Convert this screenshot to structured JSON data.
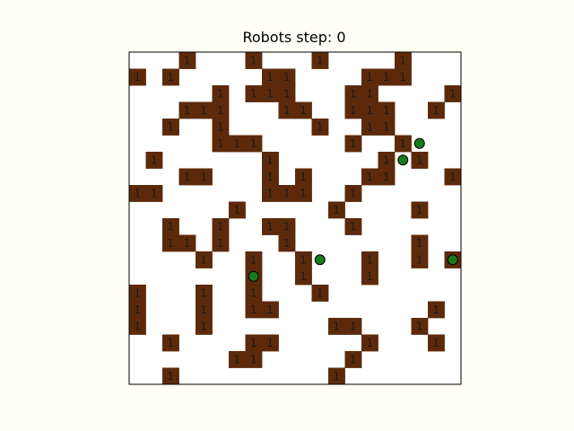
{
  "title": "Robots step: 0",
  "grid": {
    "rows": 20,
    "cols": 20,
    "wall_label": "1",
    "walls": [
      [
        0,
        3
      ],
      [
        0,
        7
      ],
      [
        0,
        11
      ],
      [
        0,
        16
      ],
      [
        1,
        0
      ],
      [
        1,
        2
      ],
      [
        1,
        8
      ],
      [
        1,
        9
      ],
      [
        1,
        14
      ],
      [
        1,
        15
      ],
      [
        1,
        16
      ],
      [
        2,
        5
      ],
      [
        2,
        7
      ],
      [
        2,
        8
      ],
      [
        2,
        9
      ],
      [
        2,
        13
      ],
      [
        2,
        14
      ],
      [
        2,
        19
      ],
      [
        3,
        3
      ],
      [
        3,
        4
      ],
      [
        3,
        5
      ],
      [
        3,
        9
      ],
      [
        3,
        10
      ],
      [
        3,
        13
      ],
      [
        3,
        14
      ],
      [
        3,
        15
      ],
      [
        3,
        18
      ],
      [
        4,
        2
      ],
      [
        4,
        5
      ],
      [
        4,
        11
      ],
      [
        4,
        14
      ],
      [
        4,
        15
      ],
      [
        5,
        5
      ],
      [
        5,
        6
      ],
      [
        5,
        7
      ],
      [
        5,
        13
      ],
      [
        5,
        16
      ],
      [
        6,
        1
      ],
      [
        6,
        8
      ],
      [
        6,
        15
      ],
      [
        6,
        17
      ],
      [
        7,
        3
      ],
      [
        7,
        4
      ],
      [
        7,
        8
      ],
      [
        7,
        10
      ],
      [
        7,
        14
      ],
      [
        7,
        15
      ],
      [
        7,
        19
      ],
      [
        8,
        0
      ],
      [
        8,
        1
      ],
      [
        8,
        8
      ],
      [
        8,
        9
      ],
      [
        8,
        10
      ],
      [
        8,
        13
      ],
      [
        9,
        6
      ],
      [
        9,
        12
      ],
      [
        9,
        17
      ],
      [
        10,
        2
      ],
      [
        10,
        5
      ],
      [
        10,
        8
      ],
      [
        10,
        9
      ],
      [
        10,
        13
      ],
      [
        11,
        2
      ],
      [
        11,
        3
      ],
      [
        11,
        5
      ],
      [
        11,
        9
      ],
      [
        11,
        17
      ],
      [
        12,
        4
      ],
      [
        12,
        7
      ],
      [
        12,
        10
      ],
      [
        12,
        14
      ],
      [
        12,
        17
      ],
      [
        12,
        19
      ],
      [
        13,
        7
      ],
      [
        13,
        10
      ],
      [
        13,
        14
      ],
      [
        14,
        0
      ],
      [
        14,
        4
      ],
      [
        14,
        7
      ],
      [
        14,
        11
      ],
      [
        15,
        0
      ],
      [
        15,
        4
      ],
      [
        15,
        7
      ],
      [
        15,
        8
      ],
      [
        15,
        18
      ],
      [
        16,
        0
      ],
      [
        16,
        4
      ],
      [
        16,
        12
      ],
      [
        16,
        13
      ],
      [
        16,
        17
      ],
      [
        17,
        2
      ],
      [
        17,
        7
      ],
      [
        17,
        8
      ],
      [
        17,
        14
      ],
      [
        17,
        18
      ],
      [
        18,
        6
      ],
      [
        18,
        7
      ],
      [
        18,
        13
      ],
      [
        19,
        2
      ],
      [
        19,
        12
      ]
    ],
    "robots": [
      [
        5,
        17
      ],
      [
        6,
        16
      ],
      [
        12,
        11
      ],
      [
        12,
        19
      ],
      [
        13,
        7
      ]
    ]
  },
  "colors": {
    "background": "#fffff5",
    "board": "#ffffff",
    "wall": "#5c2a0a",
    "wall_text": "#1a1a1a",
    "robot": "#1a7a1a",
    "robot_outline": "#000000",
    "border": "#000000"
  }
}
